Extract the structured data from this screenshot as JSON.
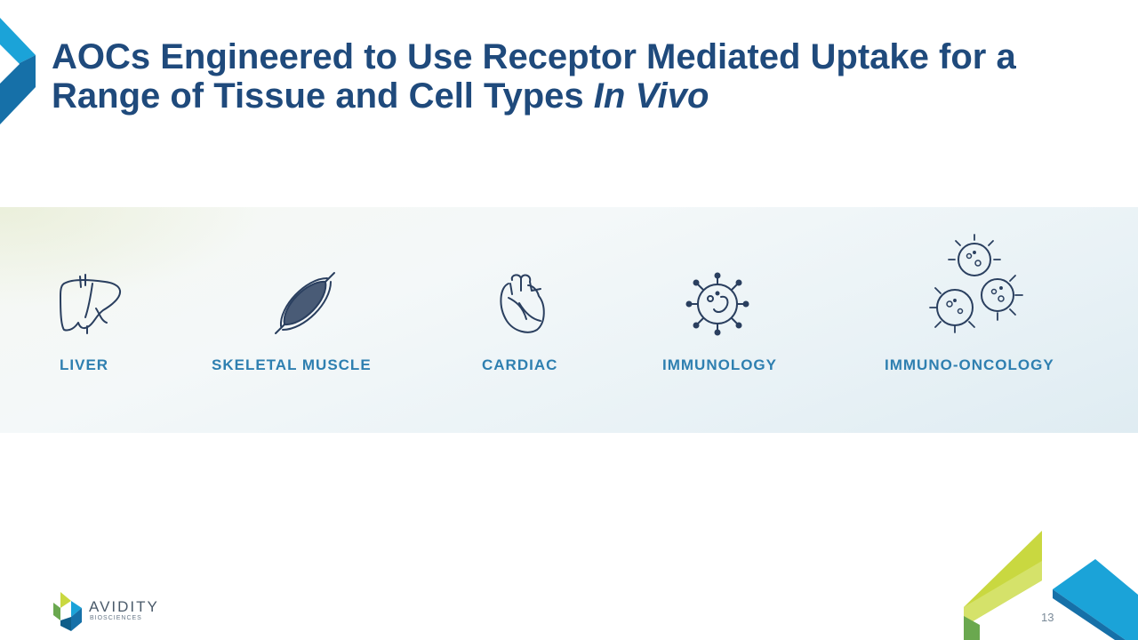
{
  "slide": {
    "title_main": "AOCs Engineered to Use Receptor Mediated Uptake for a Range of Tissue and Cell Types ",
    "title_italic": "In Vivo",
    "page_number": "13"
  },
  "categories": [
    {
      "label": "LIVER",
      "icon": "liver-icon"
    },
    {
      "label": "SKELETAL MUSCLE",
      "icon": "muscle-icon"
    },
    {
      "label": "CARDIAC",
      "icon": "heart-icon"
    },
    {
      "label": "IMMUNOLOGY",
      "icon": "immune-cell-icon"
    },
    {
      "label": "IMMUNO-ONCOLOGY",
      "icon": "tumor-cells-icon"
    }
  ],
  "logo": {
    "name": "AVIDITY",
    "subtitle": "BIOSCIENCES"
  },
  "colors": {
    "title": "#1f4a7c",
    "label": "#2e7fb0",
    "icon": "#2a3f5f",
    "accent_blue": "#1ba3d8",
    "accent_green": "#c9d840"
  }
}
